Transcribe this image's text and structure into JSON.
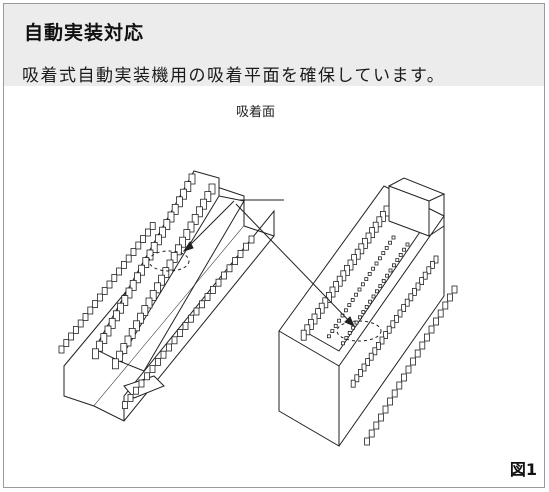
{
  "header": {
    "title": "自動実装対応",
    "subtitle": "吸着式自動実装機用の吸着平面を確保しています。"
  },
  "figure": {
    "callout_label": "吸着面",
    "figure_number": "図1"
  }
}
